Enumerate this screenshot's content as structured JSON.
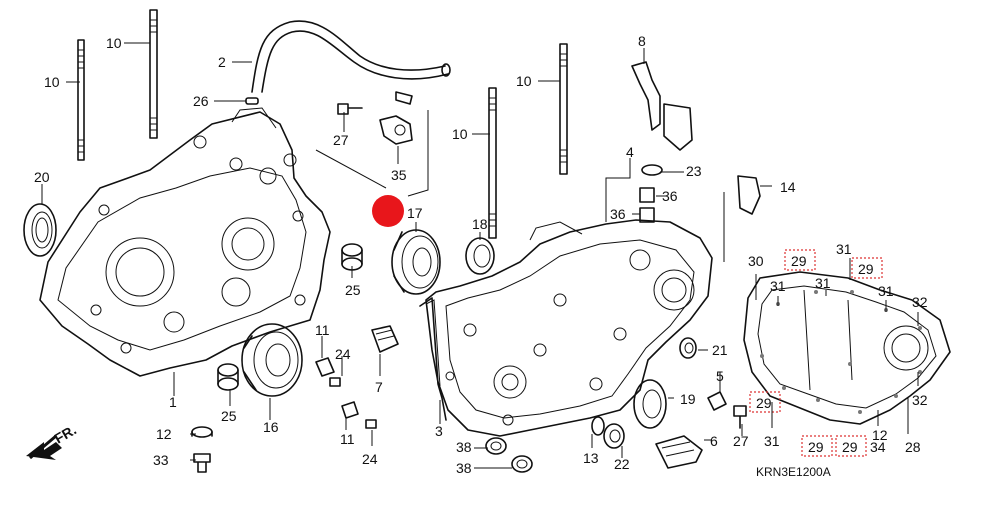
{
  "diagram": {
    "code": "KRN3E1200A",
    "front_label": "FR.",
    "highlight_color": "#e8161b",
    "box_color": "#d33333",
    "labels": [
      {
        "id": "l1",
        "text": "1"
      },
      {
        "id": "l2",
        "text": "2"
      },
      {
        "id": "l3",
        "text": "3"
      },
      {
        "id": "l4",
        "text": "4"
      },
      {
        "id": "l5",
        "text": "5"
      },
      {
        "id": "l6",
        "text": "6"
      },
      {
        "id": "l7",
        "text": "7"
      },
      {
        "id": "l8",
        "text": "8"
      },
      {
        "id": "l10a",
        "text": "10"
      },
      {
        "id": "l10b",
        "text": "10"
      },
      {
        "id": "l10c",
        "text": "10"
      },
      {
        "id": "l10d",
        "text": "10"
      },
      {
        "id": "l11a",
        "text": "11"
      },
      {
        "id": "l11b",
        "text": "11"
      },
      {
        "id": "l12a",
        "text": "12"
      },
      {
        "id": "l12b",
        "text": "12"
      },
      {
        "id": "l13",
        "text": "13"
      },
      {
        "id": "l14",
        "text": "14"
      },
      {
        "id": "l16",
        "text": "16"
      },
      {
        "id": "l17",
        "text": "17"
      },
      {
        "id": "l18",
        "text": "18"
      },
      {
        "id": "l19",
        "text": "19"
      },
      {
        "id": "l20",
        "text": "20"
      },
      {
        "id": "l21",
        "text": "21"
      },
      {
        "id": "l22",
        "text": "22"
      },
      {
        "id": "l23",
        "text": "23"
      },
      {
        "id": "l24a",
        "text": "24"
      },
      {
        "id": "l24b",
        "text": "24"
      },
      {
        "id": "l25a",
        "text": "25"
      },
      {
        "id": "l25b",
        "text": "25"
      },
      {
        "id": "l26",
        "text": "26"
      },
      {
        "id": "l27a",
        "text": "27"
      },
      {
        "id": "l27b",
        "text": "27"
      },
      {
        "id": "l28",
        "text": "28"
      },
      {
        "id": "l29a",
        "text": "29"
      },
      {
        "id": "l29b",
        "text": "29"
      },
      {
        "id": "l29c",
        "text": "29"
      },
      {
        "id": "l29d",
        "text": "29"
      },
      {
        "id": "l29e",
        "text": "29"
      },
      {
        "id": "l30",
        "text": "30"
      },
      {
        "id": "l31a",
        "text": "31"
      },
      {
        "id": "l31b",
        "text": "31"
      },
      {
        "id": "l31c",
        "text": "31"
      },
      {
        "id": "l31d",
        "text": "31"
      },
      {
        "id": "l31e",
        "text": "31"
      },
      {
        "id": "l32a",
        "text": "32"
      },
      {
        "id": "l32b",
        "text": "32"
      },
      {
        "id": "l33",
        "text": "33"
      },
      {
        "id": "l34",
        "text": "34"
      },
      {
        "id": "l35",
        "text": "35"
      },
      {
        "id": "l36a",
        "text": "36"
      },
      {
        "id": "l36b",
        "text": "36"
      },
      {
        "id": "l38a",
        "text": "38"
      },
      {
        "id": "l38b",
        "text": "38"
      }
    ]
  }
}
